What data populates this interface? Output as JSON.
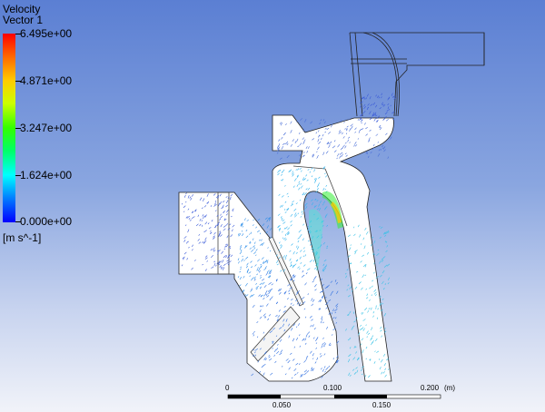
{
  "legend": {
    "title": "Velocity",
    "subtitle": "Vector 1",
    "labels": [
      "6.495e+00",
      "4.871e+00",
      "3.247e+00",
      "1.624e+00",
      "0.000e+00"
    ],
    "unit": "[m s^-1]",
    "colors": [
      "#ff0000",
      "#ffcc00",
      "#33ff00",
      "#00ffff",
      "#0000ff"
    ]
  },
  "scale_bar": {
    "top_labels": [
      "0",
      "0.100",
      "0.200"
    ],
    "unit": "(m)",
    "bottom_labels": [
      "0.050",
      "0.150"
    ]
  }
}
